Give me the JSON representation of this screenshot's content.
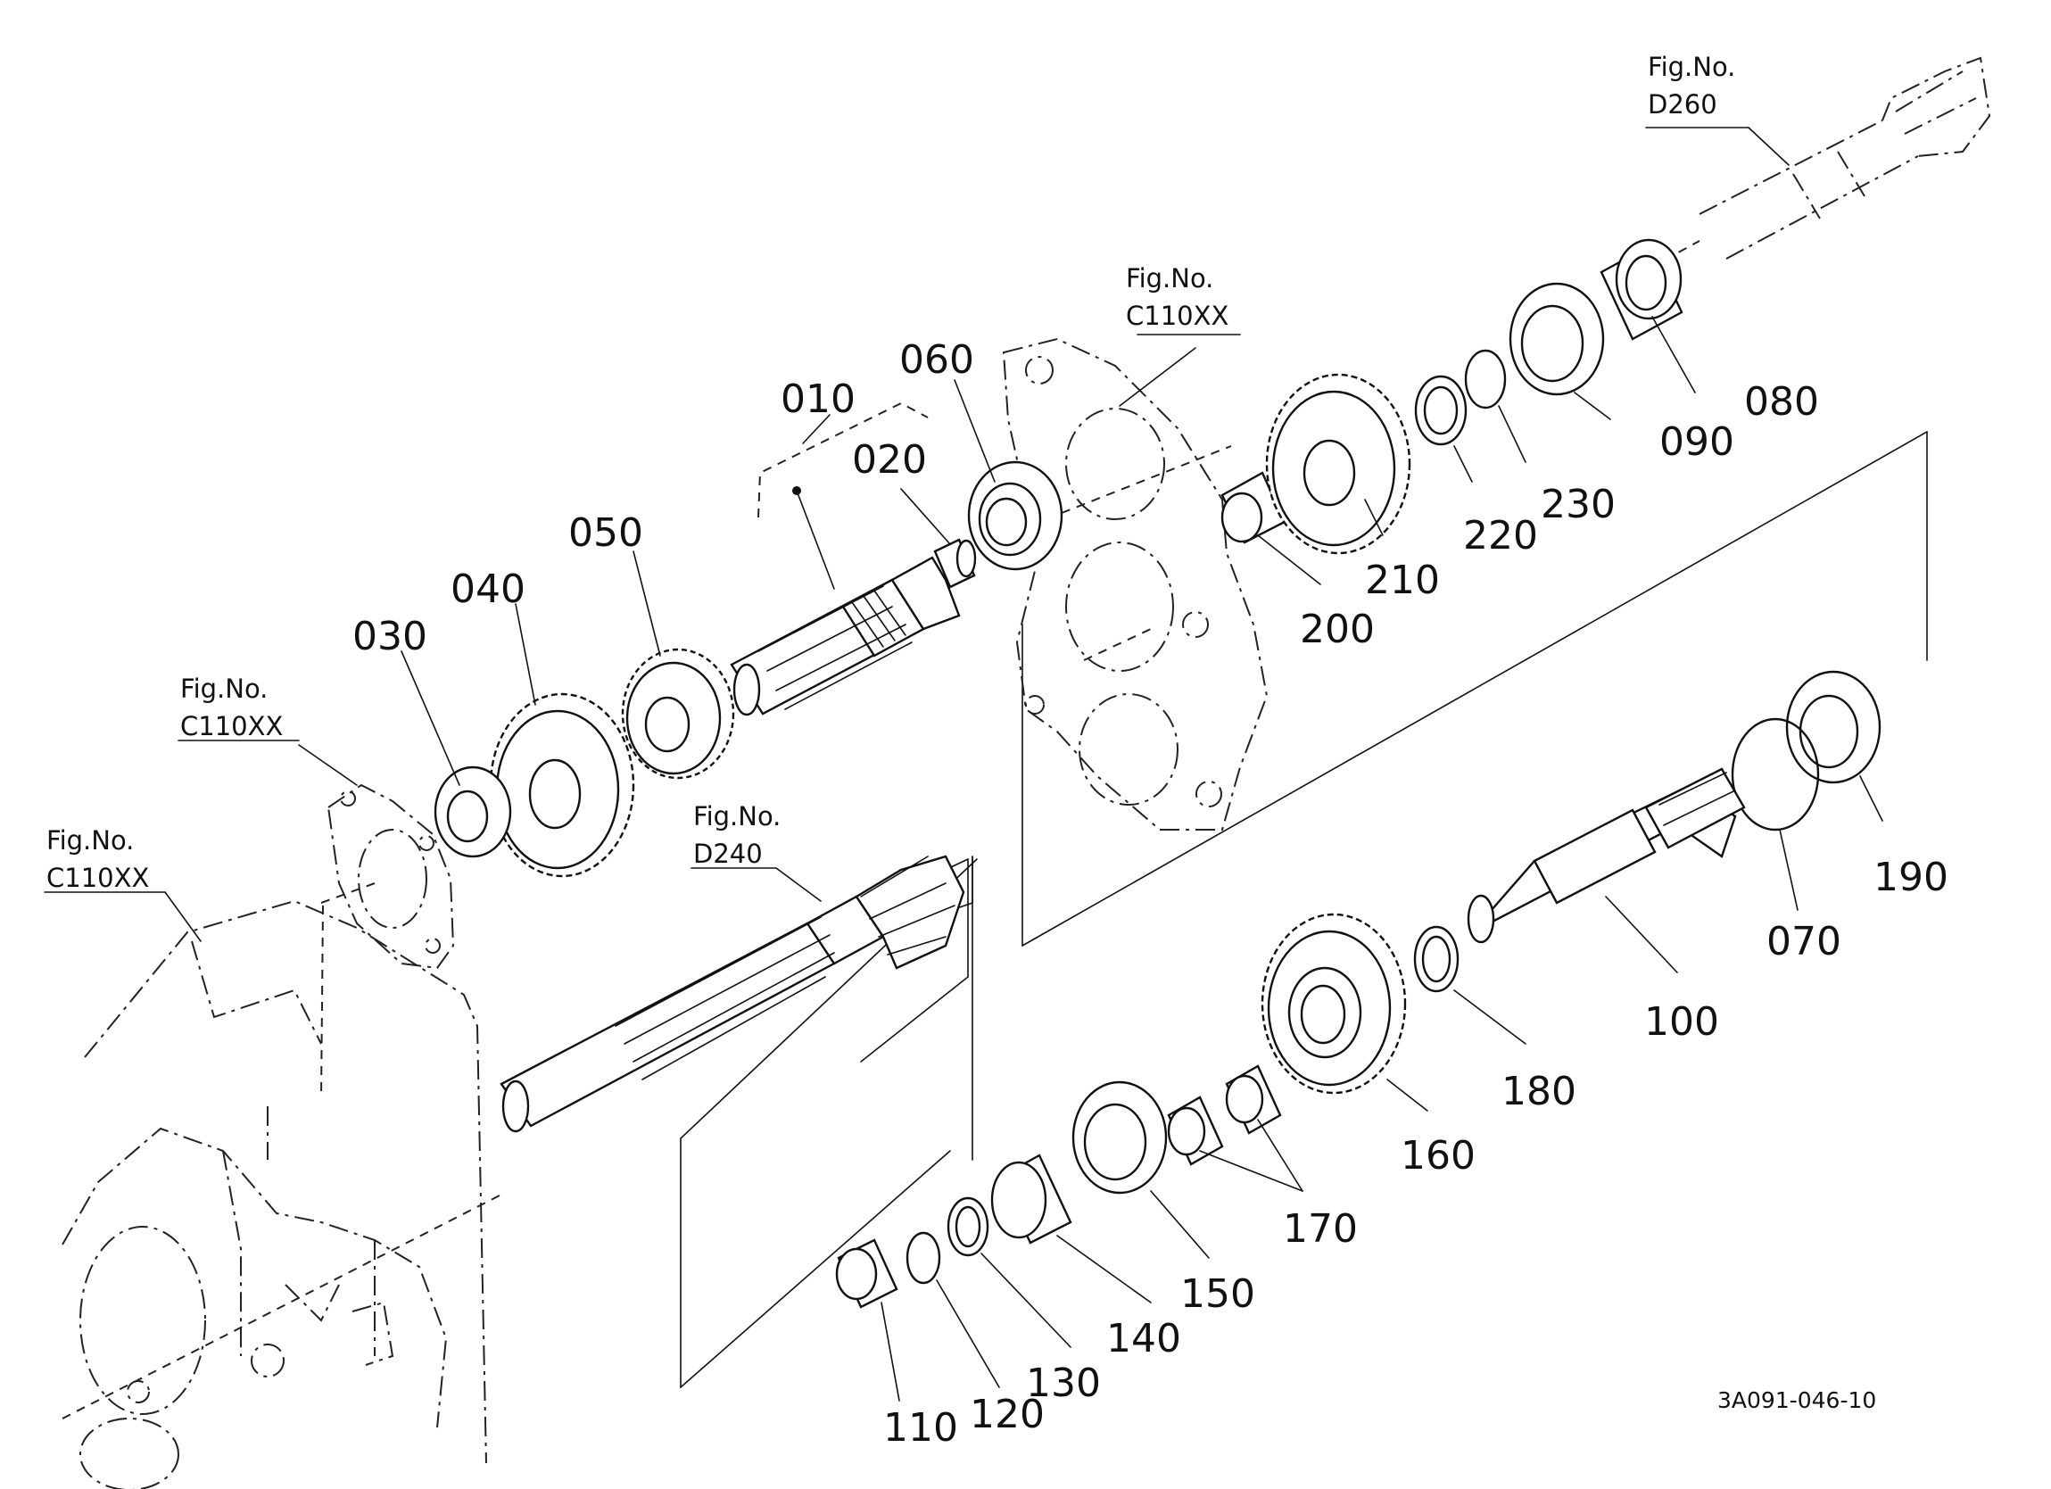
{
  "callouts": {
    "p010": "010",
    "p020": "020",
    "p030": "030",
    "p040": "040",
    "p050": "050",
    "p060": "060",
    "p070": "070",
    "p080": "080",
    "p090": "090",
    "p100": "100",
    "p110": "110",
    "p120": "120",
    "p130": "130",
    "p140": "140",
    "p150": "150",
    "p160": "160",
    "p170": "170",
    "p180": "180",
    "p190": "190",
    "p200": "200",
    "p210": "210",
    "p220": "220",
    "p230": "230"
  },
  "figure_refs": {
    "d260": {
      "label": "Fig.No.",
      "code": "D260"
    },
    "c110_top": {
      "label": "Fig.No.",
      "code": "C110XX"
    },
    "c110_left": {
      "label": "Fig.No.",
      "code": "C110XX"
    },
    "c110_case": {
      "label": "Fig.No.",
      "code": "C110XX"
    },
    "d240": {
      "label": "Fig.No.",
      "code": "D240"
    }
  },
  "drawing_code": "3A091-046-10"
}
